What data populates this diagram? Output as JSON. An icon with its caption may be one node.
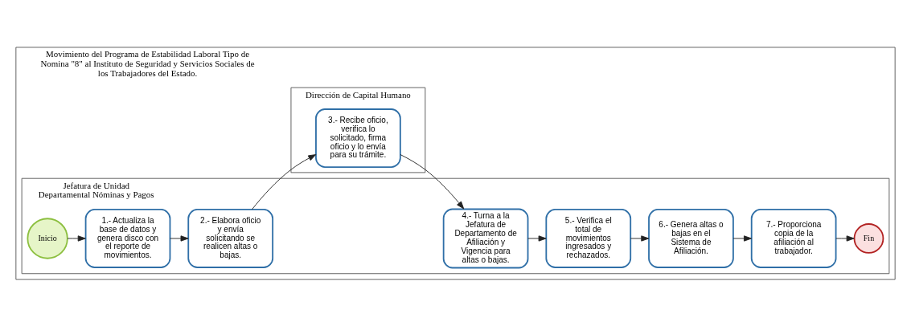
{
  "diagram": {
    "nodes": [
      {
        "text": [
          "Movimiento del Programa de Estabilidad Laboral Tipo de Nomina \"8\" al Instituto de Seguridad y Servicios Sociales de los Trabajadores del Estado."
        ]
      },
      {
        "text": [
          "Jefatura de Unidad Departamental Nóminas y Pagos"
        ],
        "in": 0
      },
      {
        "text": [
          "Inicio"
        ],
        "in": 1
      },
      {
        "text": [
          "1.- Actualiza la base de datos y genera disco con el reporte de movimientos."
        ],
        "in": 1
      },
      {
        "text": [
          "2.- Elabora oficio y envía solicitando se realicen altas o bajas."
        ],
        "in": 1
      },
      {
        "text": [
          "4.- Turna a la Jefatura de Departamento de Afiliación y Vigencia para altas o bajas."
        ],
        "in": 1
      },
      {
        "text": [
          "5.- Verifica el total de movimientos ingresados y rechazados."
        ],
        "in": 1
      },
      {
        "text": [
          "6.- Genera altas o bajas en el Sistema de Afiliación."
        ],
        "in": 1
      },
      {
        "text": [
          "7.- Proporciona copia de la afiliación al trabajador."
        ],
        "in": 1
      },
      {
        "text": [
          "Fin"
        ],
        "in": 1
      },
      {
        "text": [
          "Dirección de Capital Humano"
        ],
        "in": 0
      },
      {
        "text": [
          "3.- Recibe oficio, verifica lo solicitado, firma oficio y lo envía para su trámite."
        ],
        "in": 10
      }
    ],
    "edges": [
      {
        "from": 2,
        "to": 3,
        "arrow": "to"
      },
      {
        "from": 3,
        "to": 4,
        "arrow": "to"
      },
      {
        "from": 4,
        "to": 11,
        "arrow": "to"
      },
      {
        "from": 11,
        "to": 5,
        "arrow": "to"
      },
      {
        "from": 5,
        "to": 6,
        "arrow": "to"
      },
      {
        "from": 6,
        "to": 7,
        "arrow": "to"
      },
      {
        "from": 7,
        "to": 8,
        "arrow": "to"
      },
      {
        "from": 8,
        "to": 9,
        "arrow": "to"
      }
    ]
  }
}
